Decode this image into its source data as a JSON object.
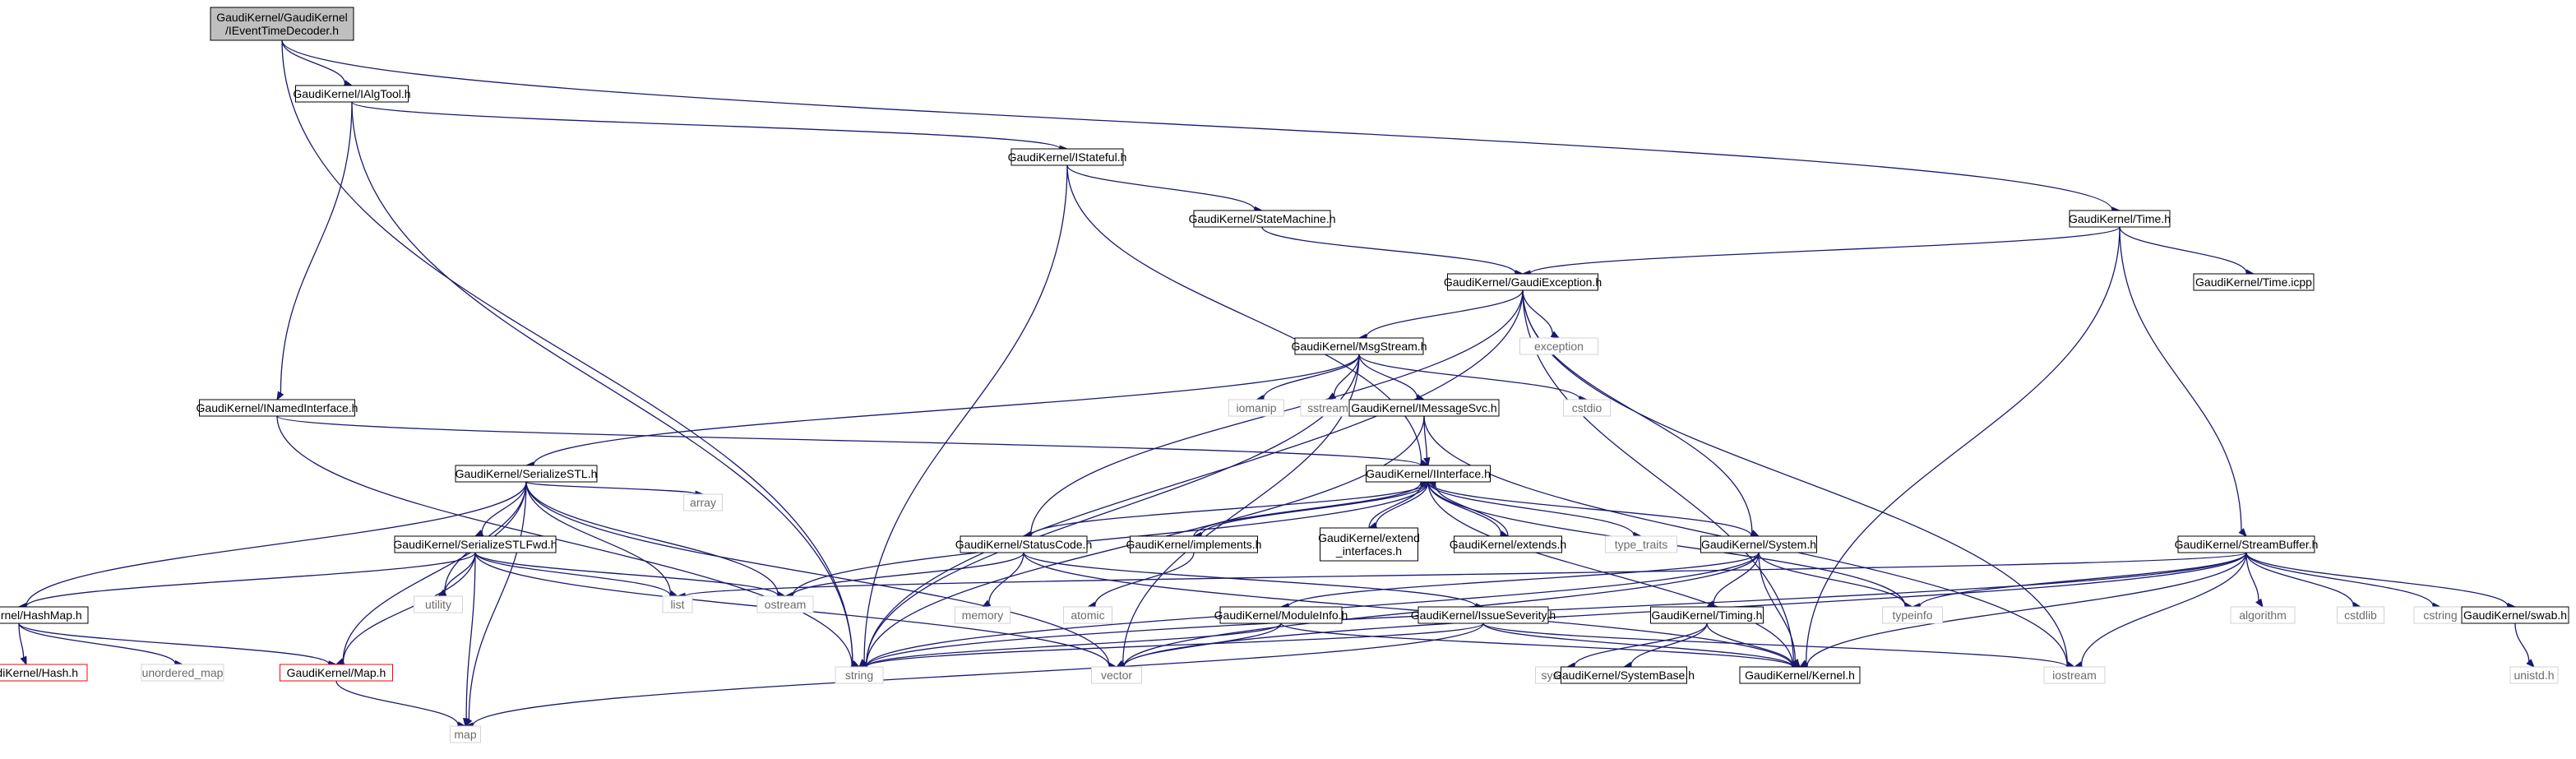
{
  "diagram": {
    "nodes": [
      {
        "id": "root",
        "lines": [
          "GaudiKernel/GaudiKernel",
          "/IEventTimeDecoder.h"
        ],
        "kind": "root"
      },
      {
        "id": "ialgtool",
        "lines": [
          "GaudiKernel/IAlgTool.h"
        ],
        "kind": "doc"
      },
      {
        "id": "istateful",
        "lines": [
          "GaudiKernel/IStateful.h"
        ],
        "kind": "doc"
      },
      {
        "id": "statemachine",
        "lines": [
          "GaudiKernel/StateMachine.h"
        ],
        "kind": "doc"
      },
      {
        "id": "time",
        "lines": [
          "GaudiKernel/Time.h"
        ],
        "kind": "doc"
      },
      {
        "id": "timeicpp",
        "lines": [
          "GaudiKernel/Time.icpp"
        ],
        "kind": "doc"
      },
      {
        "id": "gaudiexc",
        "lines": [
          "GaudiKernel/GaudiException.h"
        ],
        "kind": "doc"
      },
      {
        "id": "exception",
        "lines": [
          "exception"
        ],
        "kind": "sys"
      },
      {
        "id": "msgstream",
        "lines": [
          "GaudiKernel/MsgStream.h"
        ],
        "kind": "doc"
      },
      {
        "id": "iomanip",
        "lines": [
          "iomanip"
        ],
        "kind": "sys"
      },
      {
        "id": "sstream",
        "lines": [
          "sstream"
        ],
        "kind": "sys"
      },
      {
        "id": "imsgsvc",
        "lines": [
          "GaudiKernel/IMessageSvc.h"
        ],
        "kind": "doc"
      },
      {
        "id": "cstdio",
        "lines": [
          "cstdio"
        ],
        "kind": "sys"
      },
      {
        "id": "inamed",
        "lines": [
          "GaudiKernel/INamedInterface.h"
        ],
        "kind": "doc"
      },
      {
        "id": "serialstl",
        "lines": [
          "GaudiKernel/SerializeSTL.h"
        ],
        "kind": "doc"
      },
      {
        "id": "iinterface",
        "lines": [
          "GaudiKernel/IInterface.h"
        ],
        "kind": "doc"
      },
      {
        "id": "array",
        "lines": [
          "array"
        ],
        "kind": "sys"
      },
      {
        "id": "serialfwd",
        "lines": [
          "GaudiKernel/SerializeSTLFwd.h"
        ],
        "kind": "doc"
      },
      {
        "id": "statuscode",
        "lines": [
          "GaudiKernel/StatusCode.h"
        ],
        "kind": "doc"
      },
      {
        "id": "implements",
        "lines": [
          "GaudiKernel/implements.h"
        ],
        "kind": "doc"
      },
      {
        "id": "extendif",
        "lines": [
          "GaudiKernel/extend",
          "_interfaces.h"
        ],
        "kind": "doc"
      },
      {
        "id": "extends",
        "lines": [
          "GaudiKernel/extends.h"
        ],
        "kind": "doc"
      },
      {
        "id": "typetraits",
        "lines": [
          "type_traits"
        ],
        "kind": "sys"
      },
      {
        "id": "system",
        "lines": [
          "GaudiKernel/System.h"
        ],
        "kind": "doc"
      },
      {
        "id": "streambuf",
        "lines": [
          "GaudiKernel/StreamBuffer.h"
        ],
        "kind": "doc"
      },
      {
        "id": "utility",
        "lines": [
          "utility"
        ],
        "kind": "sys"
      },
      {
        "id": "list",
        "lines": [
          "list"
        ],
        "kind": "sys"
      },
      {
        "id": "ostream",
        "lines": [
          "ostream"
        ],
        "kind": "sys"
      },
      {
        "id": "memory",
        "lines": [
          "memory"
        ],
        "kind": "sys"
      },
      {
        "id": "atomic",
        "lines": [
          "atomic"
        ],
        "kind": "sys"
      },
      {
        "id": "typeinfo",
        "lines": [
          "typeinfo"
        ],
        "kind": "sys"
      },
      {
        "id": "algorithm",
        "lines": [
          "algorithm"
        ],
        "kind": "sys"
      },
      {
        "id": "cstdlib",
        "lines": [
          "cstdlib"
        ],
        "kind": "sys"
      },
      {
        "id": "cstring",
        "lines": [
          "cstring"
        ],
        "kind": "sys"
      },
      {
        "id": "swab",
        "lines": [
          "GaudiKernel/swab.h"
        ],
        "kind": "doc"
      },
      {
        "id": "hashmap",
        "lines": [
          "GaudiKernel/HashMap.h"
        ],
        "kind": "doc"
      },
      {
        "id": "moduleinfo",
        "lines": [
          "GaudiKernel/ModuleInfo.h"
        ],
        "kind": "doc"
      },
      {
        "id": "issuesev",
        "lines": [
          "GaudiKernel/IssueSeverity.h"
        ],
        "kind": "doc"
      },
      {
        "id": "timing",
        "lines": [
          "GaudiKernel/Timing.h"
        ],
        "kind": "doc"
      },
      {
        "id": "hash",
        "lines": [
          "GaudiKernel/Hash.h"
        ],
        "kind": "red"
      },
      {
        "id": "unorderedmap",
        "lines": [
          "unordered_map"
        ],
        "kind": "sys"
      },
      {
        "id": "mapk",
        "lines": [
          "GaudiKernel/Map.h"
        ],
        "kind": "red"
      },
      {
        "id": "string",
        "lines": [
          "string"
        ],
        "kind": "sys"
      },
      {
        "id": "vector",
        "lines": [
          "vector"
        ],
        "kind": "sys"
      },
      {
        "id": "systime",
        "lines": [
          "sys/time.h"
        ],
        "kind": "sys"
      },
      {
        "id": "systembase",
        "lines": [
          "GaudiKernel/SystemBase.h"
        ],
        "kind": "doc"
      },
      {
        "id": "kernel",
        "lines": [
          "GaudiKernel/Kernel.h"
        ],
        "kind": "doc"
      },
      {
        "id": "iostream",
        "lines": [
          "iostream"
        ],
        "kind": "sys"
      },
      {
        "id": "unistd",
        "lines": [
          "unistd.h"
        ],
        "kind": "sys"
      },
      {
        "id": "map",
        "lines": [
          "map"
        ],
        "kind": "sys"
      }
    ],
    "edges": [
      [
        "root",
        "ialgtool"
      ],
      [
        "root",
        "time"
      ],
      [
        "root",
        "string"
      ],
      [
        "ialgtool",
        "istateful"
      ],
      [
        "ialgtool",
        "inamed"
      ],
      [
        "ialgtool",
        "string"
      ],
      [
        "istateful",
        "statemachine"
      ],
      [
        "istateful",
        "iinterface"
      ],
      [
        "istateful",
        "string"
      ],
      [
        "statemachine",
        "gaudiexc"
      ],
      [
        "time",
        "gaudiexc"
      ],
      [
        "time",
        "timeicpp"
      ],
      [
        "time",
        "streambuf"
      ],
      [
        "time",
        "kernel"
      ],
      [
        "gaudiexc",
        "exception"
      ],
      [
        "gaudiexc",
        "msgstream"
      ],
      [
        "gaudiexc",
        "statuscode"
      ],
      [
        "gaudiexc",
        "system"
      ],
      [
        "gaudiexc",
        "string"
      ],
      [
        "gaudiexc",
        "iostream"
      ],
      [
        "gaudiexc",
        "kernel"
      ],
      [
        "msgstream",
        "iomanip"
      ],
      [
        "msgstream",
        "sstream"
      ],
      [
        "msgstream",
        "cstdio"
      ],
      [
        "msgstream",
        "imsgsvc"
      ],
      [
        "msgstream",
        "serialstl"
      ],
      [
        "msgstream",
        "string"
      ],
      [
        "msgstream",
        "vector"
      ],
      [
        "imsgsvc",
        "iinterface"
      ],
      [
        "imsgsvc",
        "string"
      ],
      [
        "imsgsvc",
        "iostream"
      ],
      [
        "inamed",
        "iinterface"
      ],
      [
        "inamed",
        "string"
      ],
      [
        "serialstl",
        "serialfwd"
      ],
      [
        "serialstl",
        "array"
      ],
      [
        "serialstl",
        "list"
      ],
      [
        "serialstl",
        "ostream"
      ],
      [
        "serialstl",
        "utility"
      ],
      [
        "serialstl",
        "hashmap"
      ],
      [
        "serialstl",
        "mapk"
      ],
      [
        "serialstl",
        "map"
      ],
      [
        "serialstl",
        "vector"
      ],
      [
        "iinterface",
        "implements"
      ],
      [
        "iinterface",
        "extendif"
      ],
      [
        "iinterface",
        "extends"
      ],
      [
        "iinterface",
        "typetraits"
      ],
      [
        "iinterface",
        "statuscode"
      ],
      [
        "iinterface",
        "system"
      ],
      [
        "iinterface",
        "ostream"
      ],
      [
        "iinterface",
        "typeinfo"
      ],
      [
        "iinterface",
        "kernel"
      ],
      [
        "implements",
        "iinterface"
      ],
      [
        "extendif",
        "iinterface"
      ],
      [
        "extends",
        "iinterface"
      ],
      [
        "implements",
        "atomic"
      ],
      [
        "serialfwd",
        "utility"
      ],
      [
        "serialfwd",
        "list"
      ],
      [
        "serialfwd",
        "ostream"
      ],
      [
        "serialfwd",
        "hashmap"
      ],
      [
        "serialfwd",
        "mapk"
      ],
      [
        "serialfwd",
        "map"
      ],
      [
        "serialfwd",
        "vector"
      ],
      [
        "statuscode",
        "memory"
      ],
      [
        "statuscode",
        "ostream"
      ],
      [
        "statuscode",
        "issuesev"
      ],
      [
        "statuscode",
        "kernel"
      ],
      [
        "system",
        "moduleinfo"
      ],
      [
        "system",
        "timing"
      ],
      [
        "system",
        "typeinfo"
      ],
      [
        "system",
        "kernel"
      ],
      [
        "system",
        "string"
      ],
      [
        "system",
        "vector"
      ],
      [
        "streambuf",
        "typeinfo"
      ],
      [
        "streambuf",
        "algorithm"
      ],
      [
        "streambuf",
        "cstdlib"
      ],
      [
        "streambuf",
        "cstring"
      ],
      [
        "streambuf",
        "swab"
      ],
      [
        "streambuf",
        "iostream"
      ],
      [
        "streambuf",
        "kernel"
      ],
      [
        "streambuf",
        "list"
      ],
      [
        "streambuf",
        "string"
      ],
      [
        "streambuf",
        "vector"
      ],
      [
        "swab",
        "unistd"
      ],
      [
        "hashmap",
        "hash"
      ],
      [
        "hashmap",
        "unorderedmap"
      ],
      [
        "hashmap",
        "mapk"
      ],
      [
        "mapk",
        "map"
      ],
      [
        "moduleinfo",
        "string"
      ],
      [
        "moduleinfo",
        "vector"
      ],
      [
        "moduleinfo",
        "kernel"
      ],
      [
        "issuesev",
        "kernel"
      ],
      [
        "issuesev",
        "string"
      ],
      [
        "issuesev",
        "map"
      ],
      [
        "issuesev",
        "iostream"
      ],
      [
        "timing",
        "systime"
      ],
      [
        "timing",
        "systembase"
      ],
      [
        "timing",
        "kernel"
      ]
    ]
  }
}
